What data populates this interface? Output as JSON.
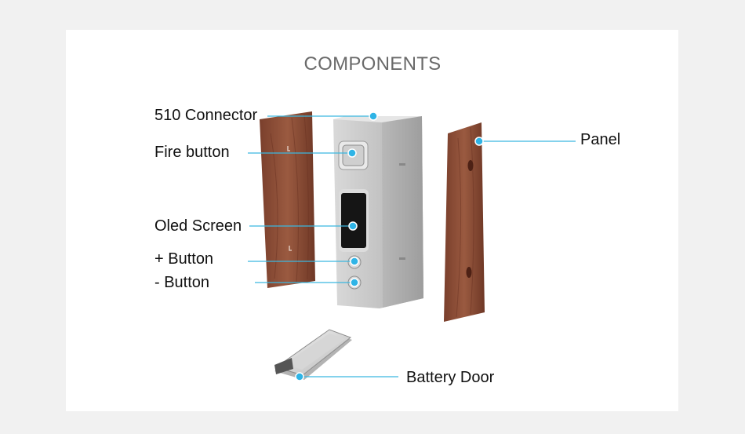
{
  "title": "COMPONENTS",
  "labels": {
    "connector": "510 Connector",
    "fire_button": "Fire button",
    "oled_screen": "Oled Screen",
    "plus_button": "+ Button",
    "minus_button": "- Button",
    "panel": "Panel",
    "battery_door": "Battery Door"
  },
  "colors": {
    "background": "#f1f1f1",
    "card": "#ffffff",
    "callout_line": "#3bb8e0",
    "callout_dot": "#2fb4e6",
    "wood": "#8a4b35",
    "metal": "#c8c8c8",
    "screen": "#151515"
  }
}
